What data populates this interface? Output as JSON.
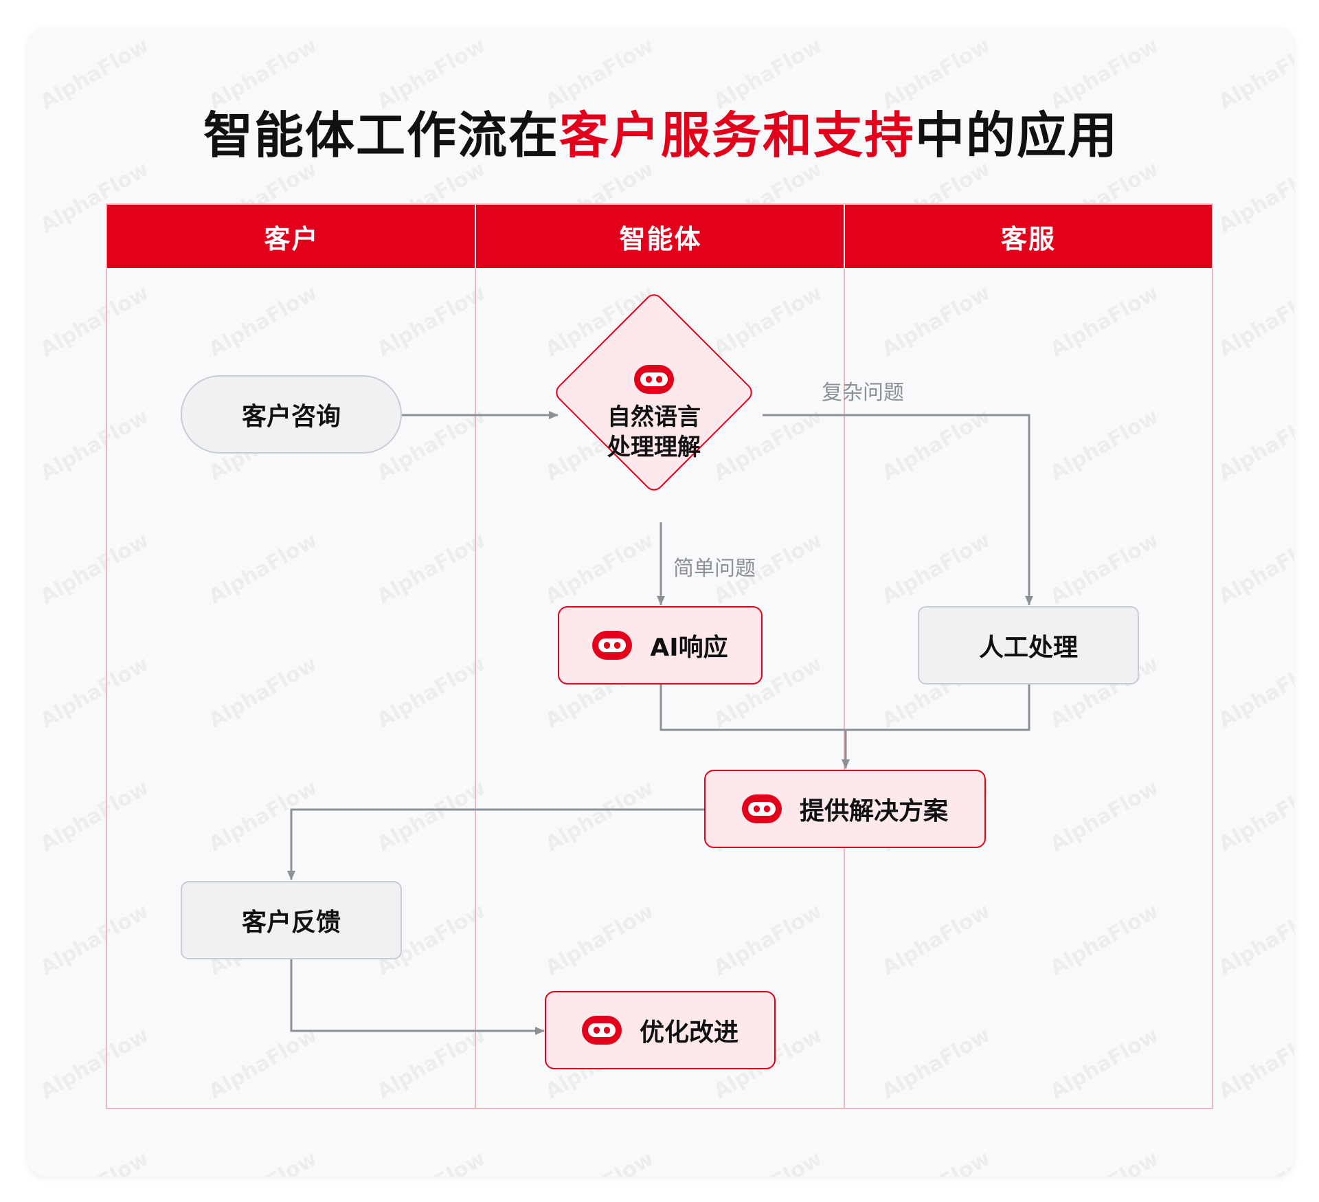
{
  "title": {
    "prefix": "智能体工作流在",
    "highlight": "客户服务和支持",
    "suffix": "中的应用"
  },
  "colors": {
    "accent": "#e3001b",
    "node_pink_fill": "#fde9ec",
    "node_gray_fill": "#f0f1f3",
    "lane_border": "#f0b7bf",
    "arrow": "#8d9096"
  },
  "lanes": [
    {
      "label": "客户"
    },
    {
      "label": "智能体"
    },
    {
      "label": "客服"
    }
  ],
  "nodes": {
    "customer_inquiry": {
      "label": "客户咨询"
    },
    "nlp": {
      "line1": "自然语言",
      "line2": "处理理解",
      "icon": "robot-icon"
    },
    "ai_response": {
      "label": "AI响应",
      "icon": "robot-icon"
    },
    "manual": {
      "label": "人工处理"
    },
    "solution": {
      "label": "提供解决方案",
      "icon": "robot-icon"
    },
    "feedback": {
      "label": "客户反馈"
    },
    "optimize": {
      "label": "优化改进",
      "icon": "robot-icon"
    }
  },
  "edge_labels": {
    "complex": "复杂问题",
    "simple": "简单问题"
  },
  "watermark": "AlphaFlow"
}
